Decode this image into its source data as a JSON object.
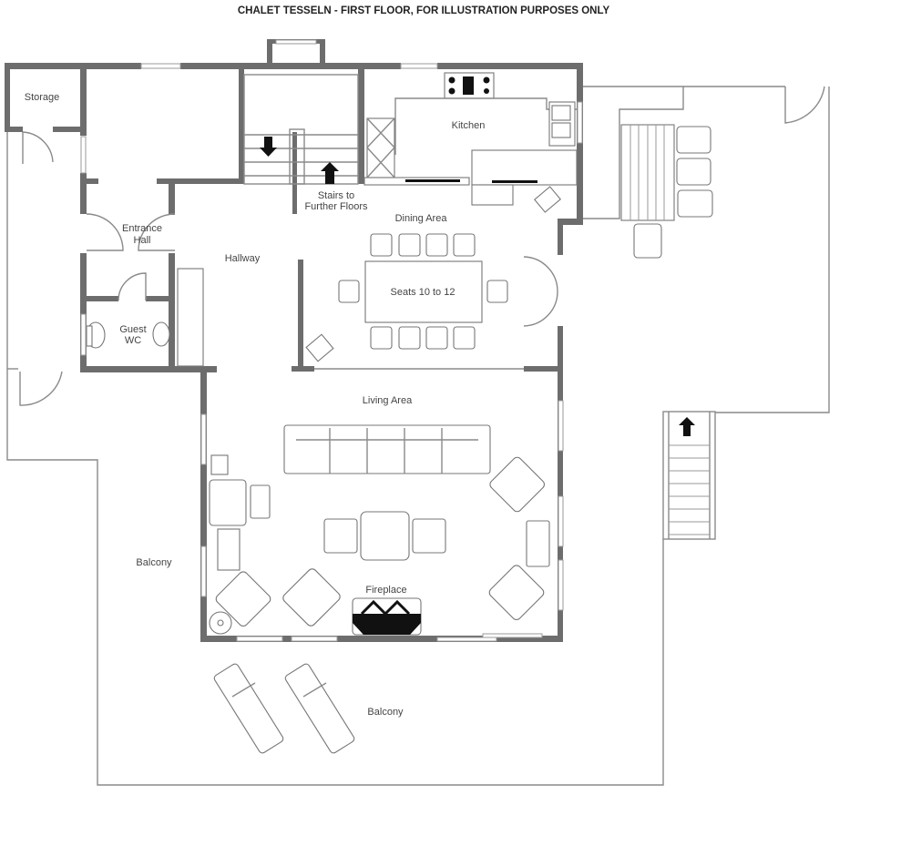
{
  "title": "CHALET TESSELN - FIRST FLOOR, FOR ILLUSTRATION PURPOSES ONLY",
  "rooms": {
    "storage": "Storage",
    "entrance_hall": [
      "Entrance",
      "Hall"
    ],
    "guest_wc": [
      "Guest",
      "WC"
    ],
    "hallway": "Hallway",
    "stairs": [
      "Stairs to",
      "Further Floors"
    ],
    "kitchen": "Kitchen",
    "dining_area": "Dining Area",
    "dining_table": "Seats 10 to 12",
    "living_area": "Living Area",
    "fireplace": "Fireplace",
    "balcony_left": "Balcony",
    "balcony_bottom": "Balcony"
  }
}
